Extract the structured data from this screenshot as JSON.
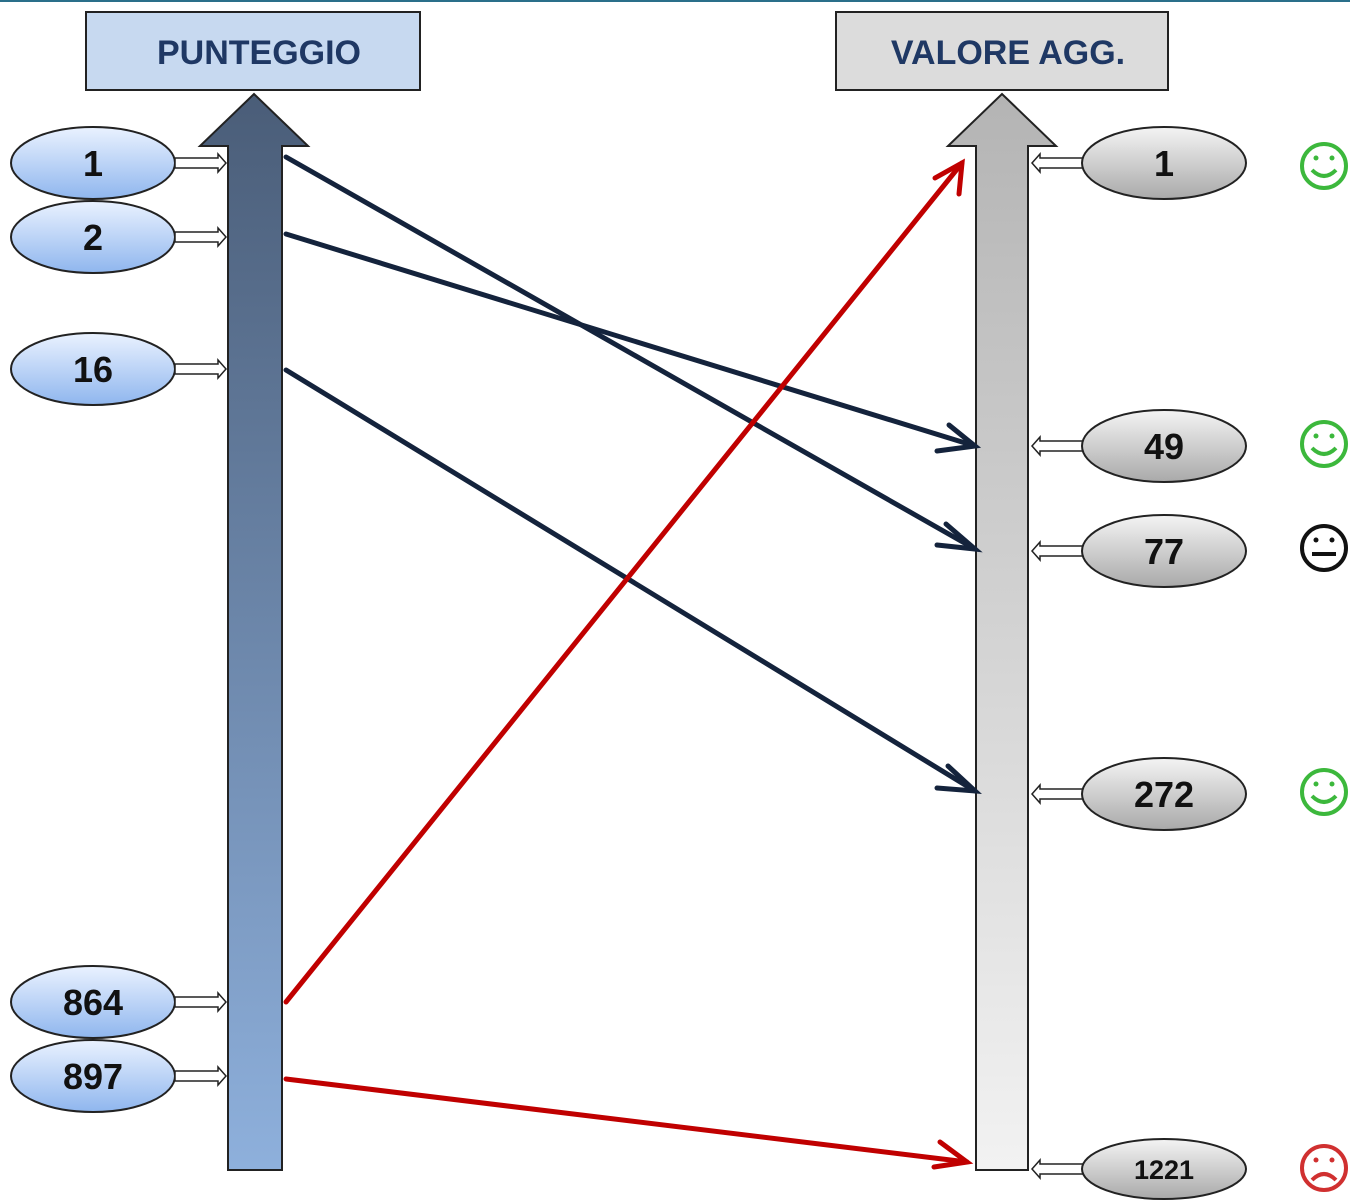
{
  "headers": {
    "left": "PUNTEGGIO",
    "right": "VALORE AGG."
  },
  "left_nodes": [
    {
      "id": "l1",
      "label": "1"
    },
    {
      "id": "l2",
      "label": "2"
    },
    {
      "id": "l16",
      "label": "16"
    },
    {
      "id": "l864",
      "label": "864"
    },
    {
      "id": "l897",
      "label": "897"
    }
  ],
  "right_nodes": [
    {
      "id": "r1",
      "label": "1",
      "face": "happy"
    },
    {
      "id": "r49",
      "label": "49",
      "face": "happy"
    },
    {
      "id": "r77",
      "label": "77",
      "face": "neutral"
    },
    {
      "id": "r272",
      "label": "272",
      "face": "happy"
    },
    {
      "id": "r1221",
      "label": "1221",
      "face": "sad"
    }
  ],
  "links": [
    {
      "from": "1",
      "to": "77",
      "color": "dark"
    },
    {
      "from": "2",
      "to": "49",
      "color": "dark"
    },
    {
      "from": "16",
      "to": "272",
      "color": "dark"
    },
    {
      "from": "864",
      "to": "1",
      "color": "red"
    },
    {
      "from": "897",
      "to": "1221",
      "color": "red"
    }
  ],
  "colors": {
    "dark_link": "#14233c",
    "red_link": "#c00000",
    "happy": "#3cb83c",
    "neutral": "#111111",
    "sad": "#d03030",
    "left_header_fill": "#c7d9f0",
    "right_header_fill": "#dcdcdc"
  }
}
